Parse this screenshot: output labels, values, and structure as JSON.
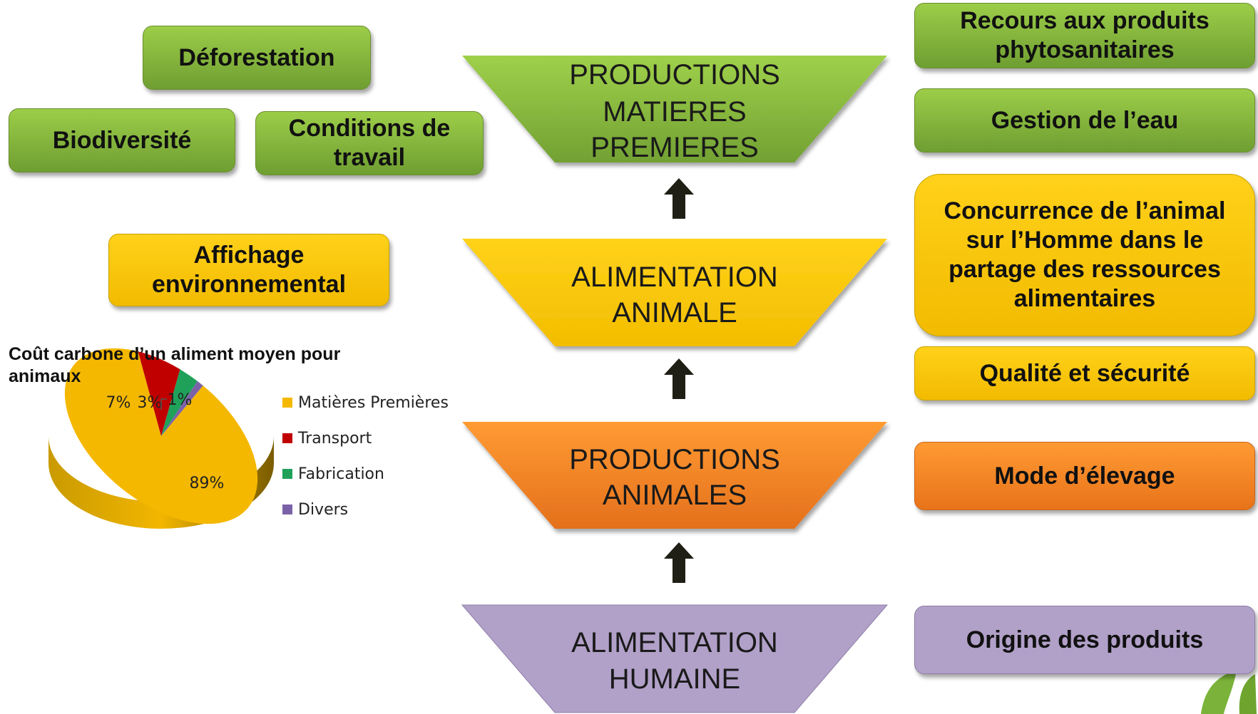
{
  "left_boxes": {
    "deforestation": "Déforestation",
    "biodiversity": "Biodiversité",
    "work_conditions": "Conditions de travail",
    "env_display": "Affichage environnemental"
  },
  "center": {
    "level1": [
      "PRODUCTIONS",
      "MATIERES",
      "PREMIERES"
    ],
    "level2": [
      "ALIMENTATION",
      "ANIMALE"
    ],
    "level3": [
      "PRODUCTIONS",
      "ANIMALES"
    ],
    "level4": [
      "ALIMENTATION",
      "HUMAINE"
    ]
  },
  "right_boxes": {
    "phyto": "Recours aux produits phytosanitaires",
    "water": "Gestion de l’eau",
    "competition": "Concurrence de l’animal sur l’Homme dans le partage des ressources alimentaires",
    "quality": "Qualité et sécurité",
    "breeding": "Mode d’élevage",
    "origin": "Origine des produits"
  },
  "colors": {
    "green": "#8cbd3f",
    "yellow": "#ffc800",
    "orange": "#f7861f",
    "purple": "#b1a0c8"
  },
  "chart_data": {
    "type": "pie",
    "title": "Coût carbone d’un aliment moyen pour animaux",
    "categories": [
      "Matières Premières",
      "Transport",
      "Fabrication",
      "Divers"
    ],
    "values": [
      89,
      7,
      3,
      1
    ],
    "labels": [
      "89%",
      "7%",
      "3%",
      "1%"
    ],
    "colors": [
      "#f5b800",
      "#c00000",
      "#1fa15a",
      "#7b62a8"
    ],
    "legend": "right"
  }
}
